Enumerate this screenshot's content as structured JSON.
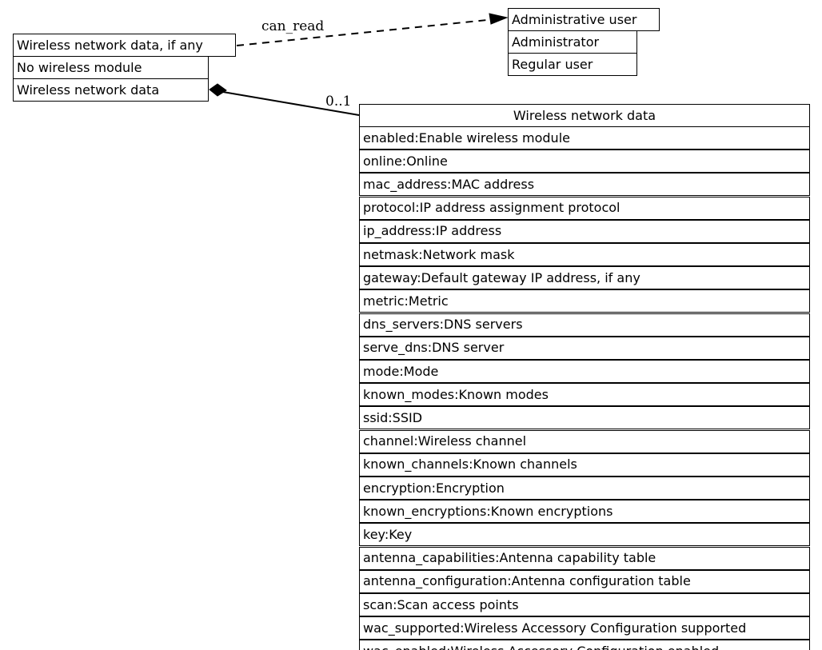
{
  "diagram": {
    "type": "uml-class-diagram",
    "title": "Wireless network data",
    "background_color": "#ffffff",
    "line_color": "#000000",
    "text_color": "#000000"
  },
  "boxes": {
    "left": {
      "name": "wireless-network-data-if-any",
      "header": "Wireless network data, if any",
      "rows": [
        "No wireless module",
        "Wireless network data"
      ]
    },
    "user": {
      "name": "administrative-user",
      "header": "Administrative user",
      "rows": [
        "Administrator",
        "Regular user"
      ]
    },
    "main": {
      "name": "wireless-network-data",
      "header": "Wireless network data",
      "rows": [
        "enabled:Enable wireless module",
        "online:Online",
        "mac_address:MAC address",
        "protocol:IP address assignment protocol",
        "ip_address:IP address",
        "netmask:Network mask",
        "gateway:Default gateway IP address, if any",
        "metric:Metric",
        "dns_servers:DNS servers",
        "serve_dns:DNS server",
        "mode:Mode",
        "known_modes:Known modes",
        "ssid:SSID",
        "channel:Wireless channel",
        "known_channels:Known channels",
        "encryption:Encryption",
        "known_encryptions:Known encryptions",
        "key:Key",
        "antenna_capabilities:Antenna capability table",
        "antenna_configuration:Antenna configuration table",
        "scan:Scan access points",
        "wac_supported:Wireless Accessory Configuration supported",
        "wac_enabled:Wireless Accessory Configuration enabled"
      ]
    }
  },
  "edges": {
    "dependency": {
      "name": "can-read-dependency",
      "label": "can_read",
      "style": "dashed",
      "arrowhead": "open-arrow",
      "from": "wireless-network-data-if-any",
      "to": "administrative-user"
    },
    "composition": {
      "name": "composition-edge",
      "label": "0..1",
      "style": "solid",
      "arrowhead": "filled-diamond",
      "from": "wireless-network-data-if-any",
      "to": "wireless-network-data"
    }
  }
}
